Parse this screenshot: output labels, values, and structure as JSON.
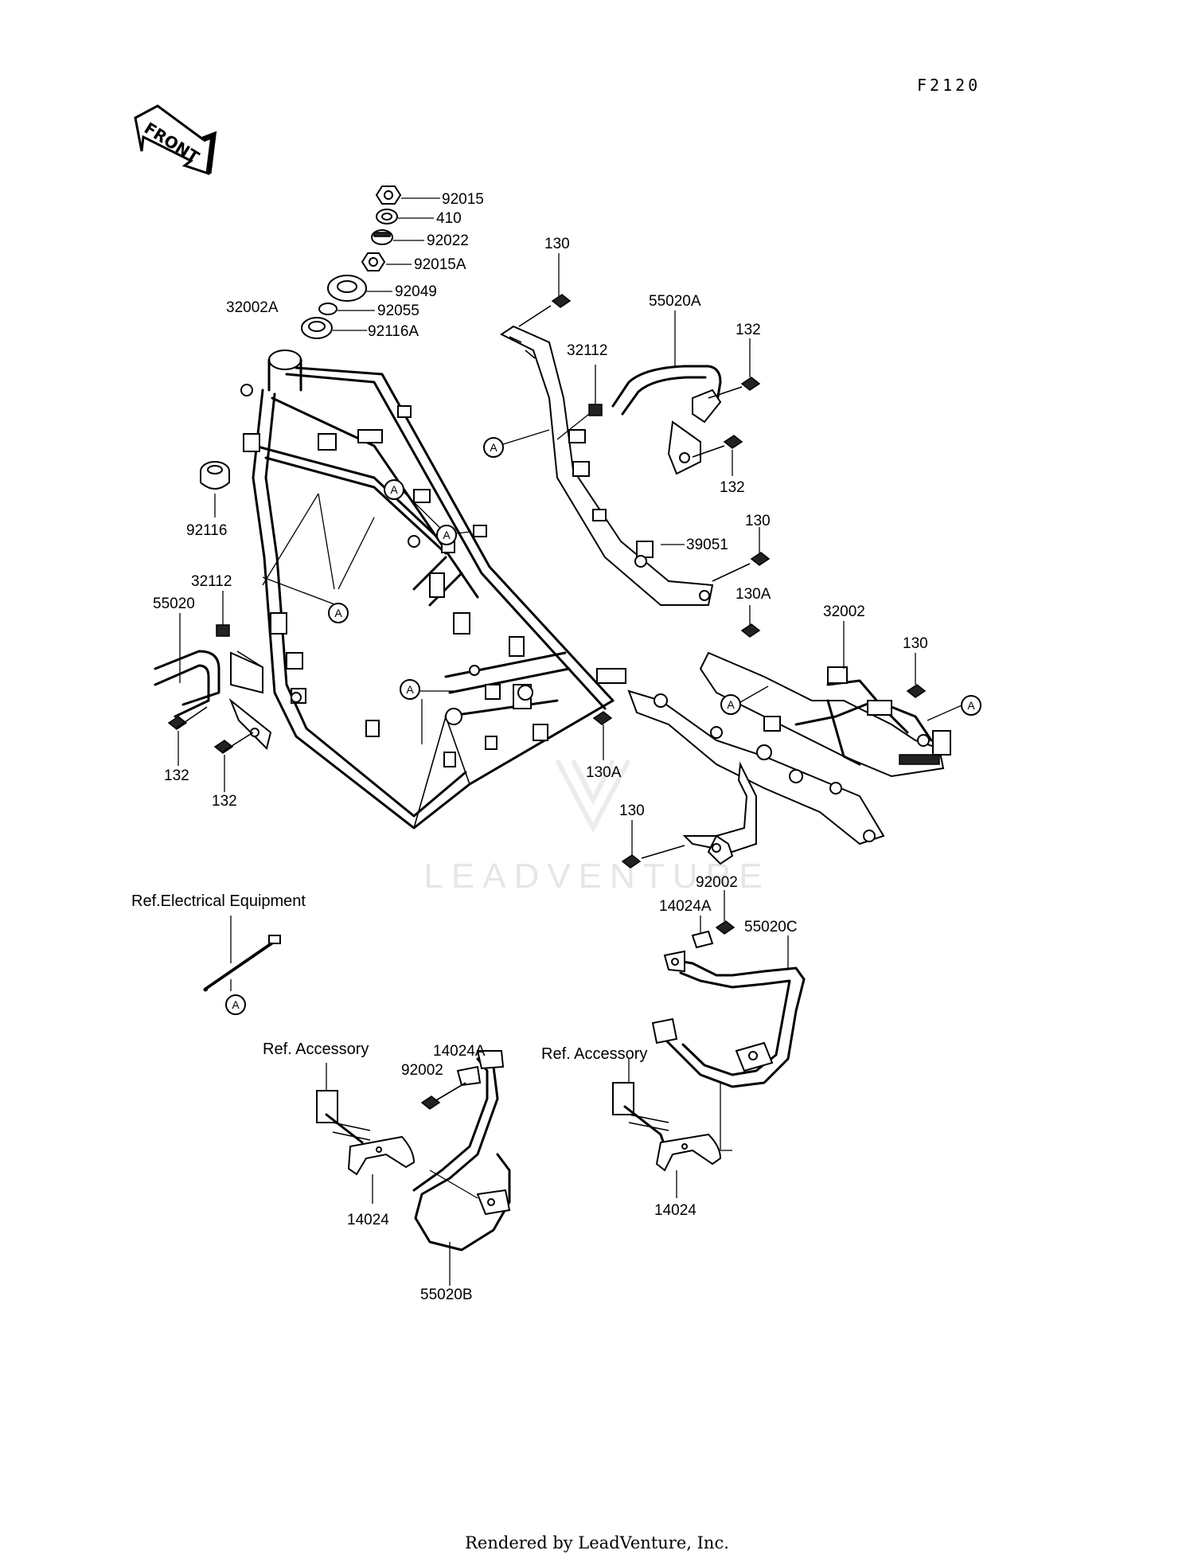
{
  "figure_code": "F2120",
  "front_arrow_label": "FRONT",
  "watermark": "LEADVENTURE",
  "footer": "Rendered by LeadVenture, Inc.",
  "references": {
    "electrical": "Ref.Electrical Equipment",
    "accessory_left": "Ref. Accessory",
    "accessory_right": "Ref. Accessory"
  },
  "callout_letter": "A",
  "part_labels": {
    "p92015": "92015",
    "p410": "410",
    "p92022": "92022",
    "p92015A": "92015A",
    "p92049": "92049",
    "p92055": "92055",
    "p92116A": "92116A",
    "p32002A": "32002A",
    "p92116": "92116",
    "p32112_left": "32112",
    "p55020": "55020",
    "p132_a": "132",
    "p132_b": "132",
    "p130_top": "130",
    "p55020A": "55020A",
    "p32112_right": "32112",
    "p132_c": "132",
    "p132_d": "132",
    "p39051": "39051",
    "p130_mid": "130",
    "p130A_mid": "130A",
    "p32002": "32002",
    "p130_right": "130",
    "p130A_low": "130A",
    "p130_low": "130",
    "p92002_right": "92002",
    "p14024A_right": "14024A",
    "p55020C": "55020C",
    "p14024A_left": "14024A",
    "p92002_left": "92002",
    "p14024_left": "14024",
    "p55020B": "55020B",
    "p14024_right": "14024"
  }
}
